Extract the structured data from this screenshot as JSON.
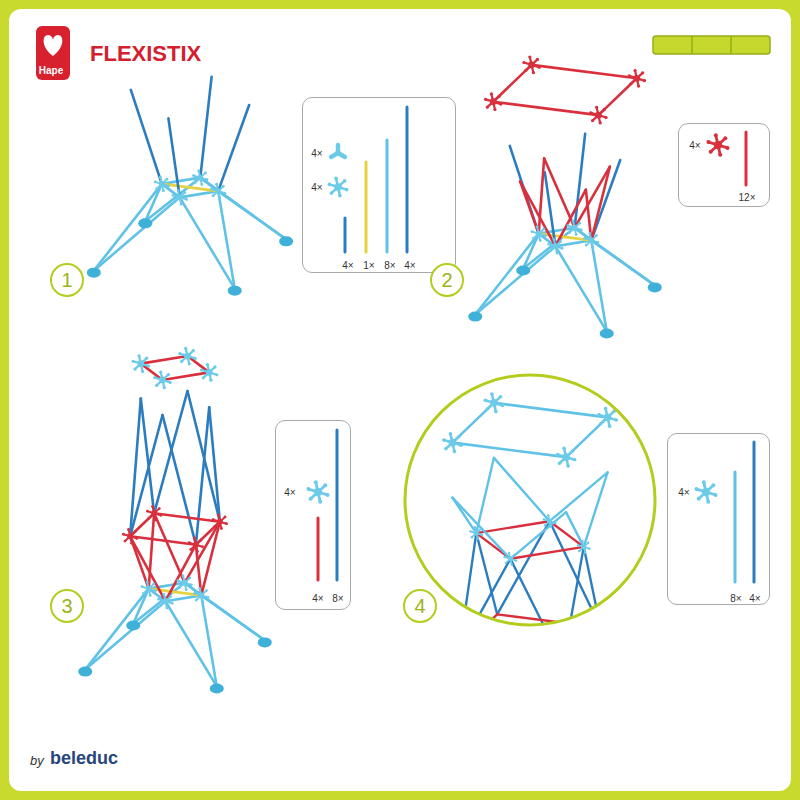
{
  "diagram": {
    "title": "FLEXISTIX",
    "nodes": [
      {
        "text": [
          "Hape"
        ]
      },
      {
        "text": [
          "4×",
          "4×",
          "4×",
          "1×",
          "8×",
          "4×"
        ]
      },
      {
        "text": [
          "4×",
          "12×"
        ]
      },
      {
        "text": [
          "1"
        ]
      },
      {
        "text": [
          "2"
        ]
      },
      {
        "text": [
          "4×",
          "4×",
          "8×"
        ]
      },
      {
        "text": [
          "4×",
          "8×",
          "4×"
        ]
      },
      {
        "text": [
          "3"
        ]
      },
      {
        "text": [
          "4"
        ]
      }
    ],
    "labels": [
      "by",
      "beleduc"
    ]
  }
}
